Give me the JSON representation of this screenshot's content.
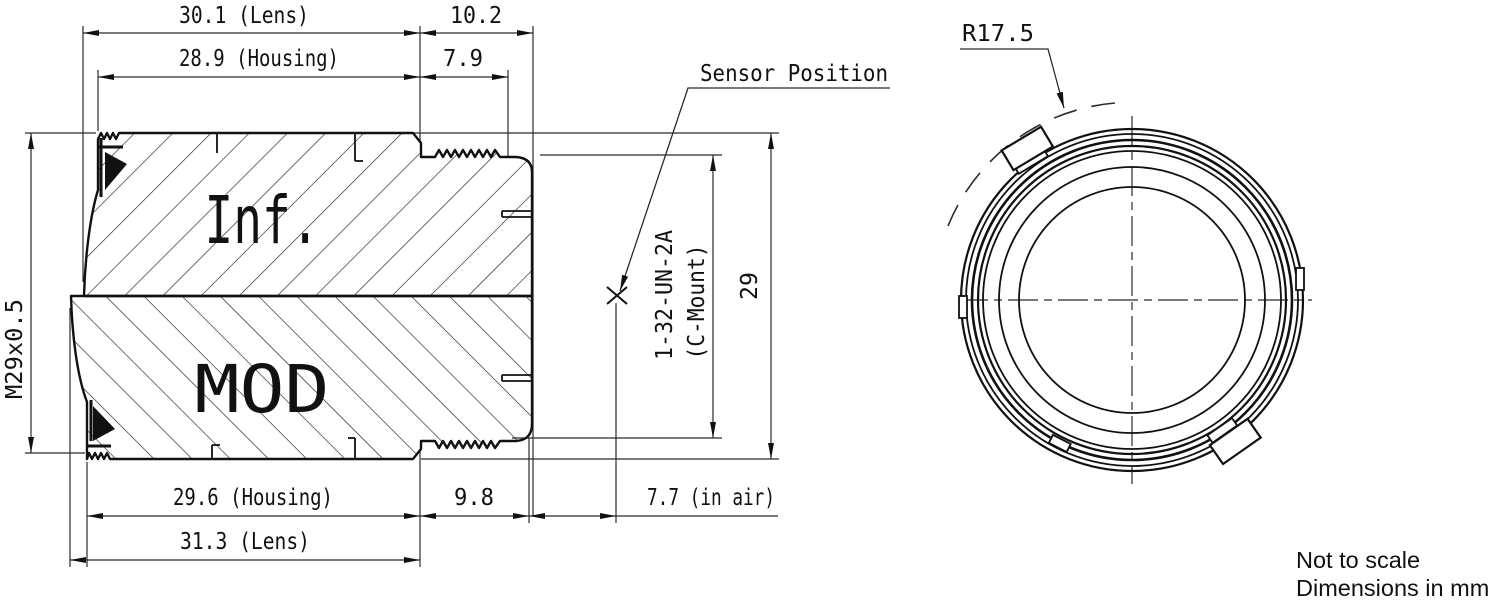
{
  "title": "C-Mount lens mechanical drawing",
  "colors": {
    "ink": "#111111",
    "line": "#2b2b2b",
    "background": "#ffffff"
  },
  "dims": {
    "lens_top": "30.1 (Lens)",
    "rear_top": "10.2",
    "housing_top": "28.9 (Housing)",
    "thread_len": "7.9",
    "housing_bottom": "29.6 (Housing)",
    "rear_bottom": "9.8",
    "air_gap": "7.7 (in air)",
    "lens_bottom": "31.3 (Lens)",
    "front_thread": "M29x0.5",
    "mount_thread": "1-32-UN-2A",
    "mount_type": "(C-Mount)",
    "diameter": "29",
    "radius": "R17.5"
  },
  "labels": {
    "sensor_position": "Sensor Position",
    "focus_infinity": "Inf.",
    "focus_mod": "MOD"
  },
  "notes": {
    "scale": "Not to scale",
    "units": "Dimensions in mm"
  }
}
